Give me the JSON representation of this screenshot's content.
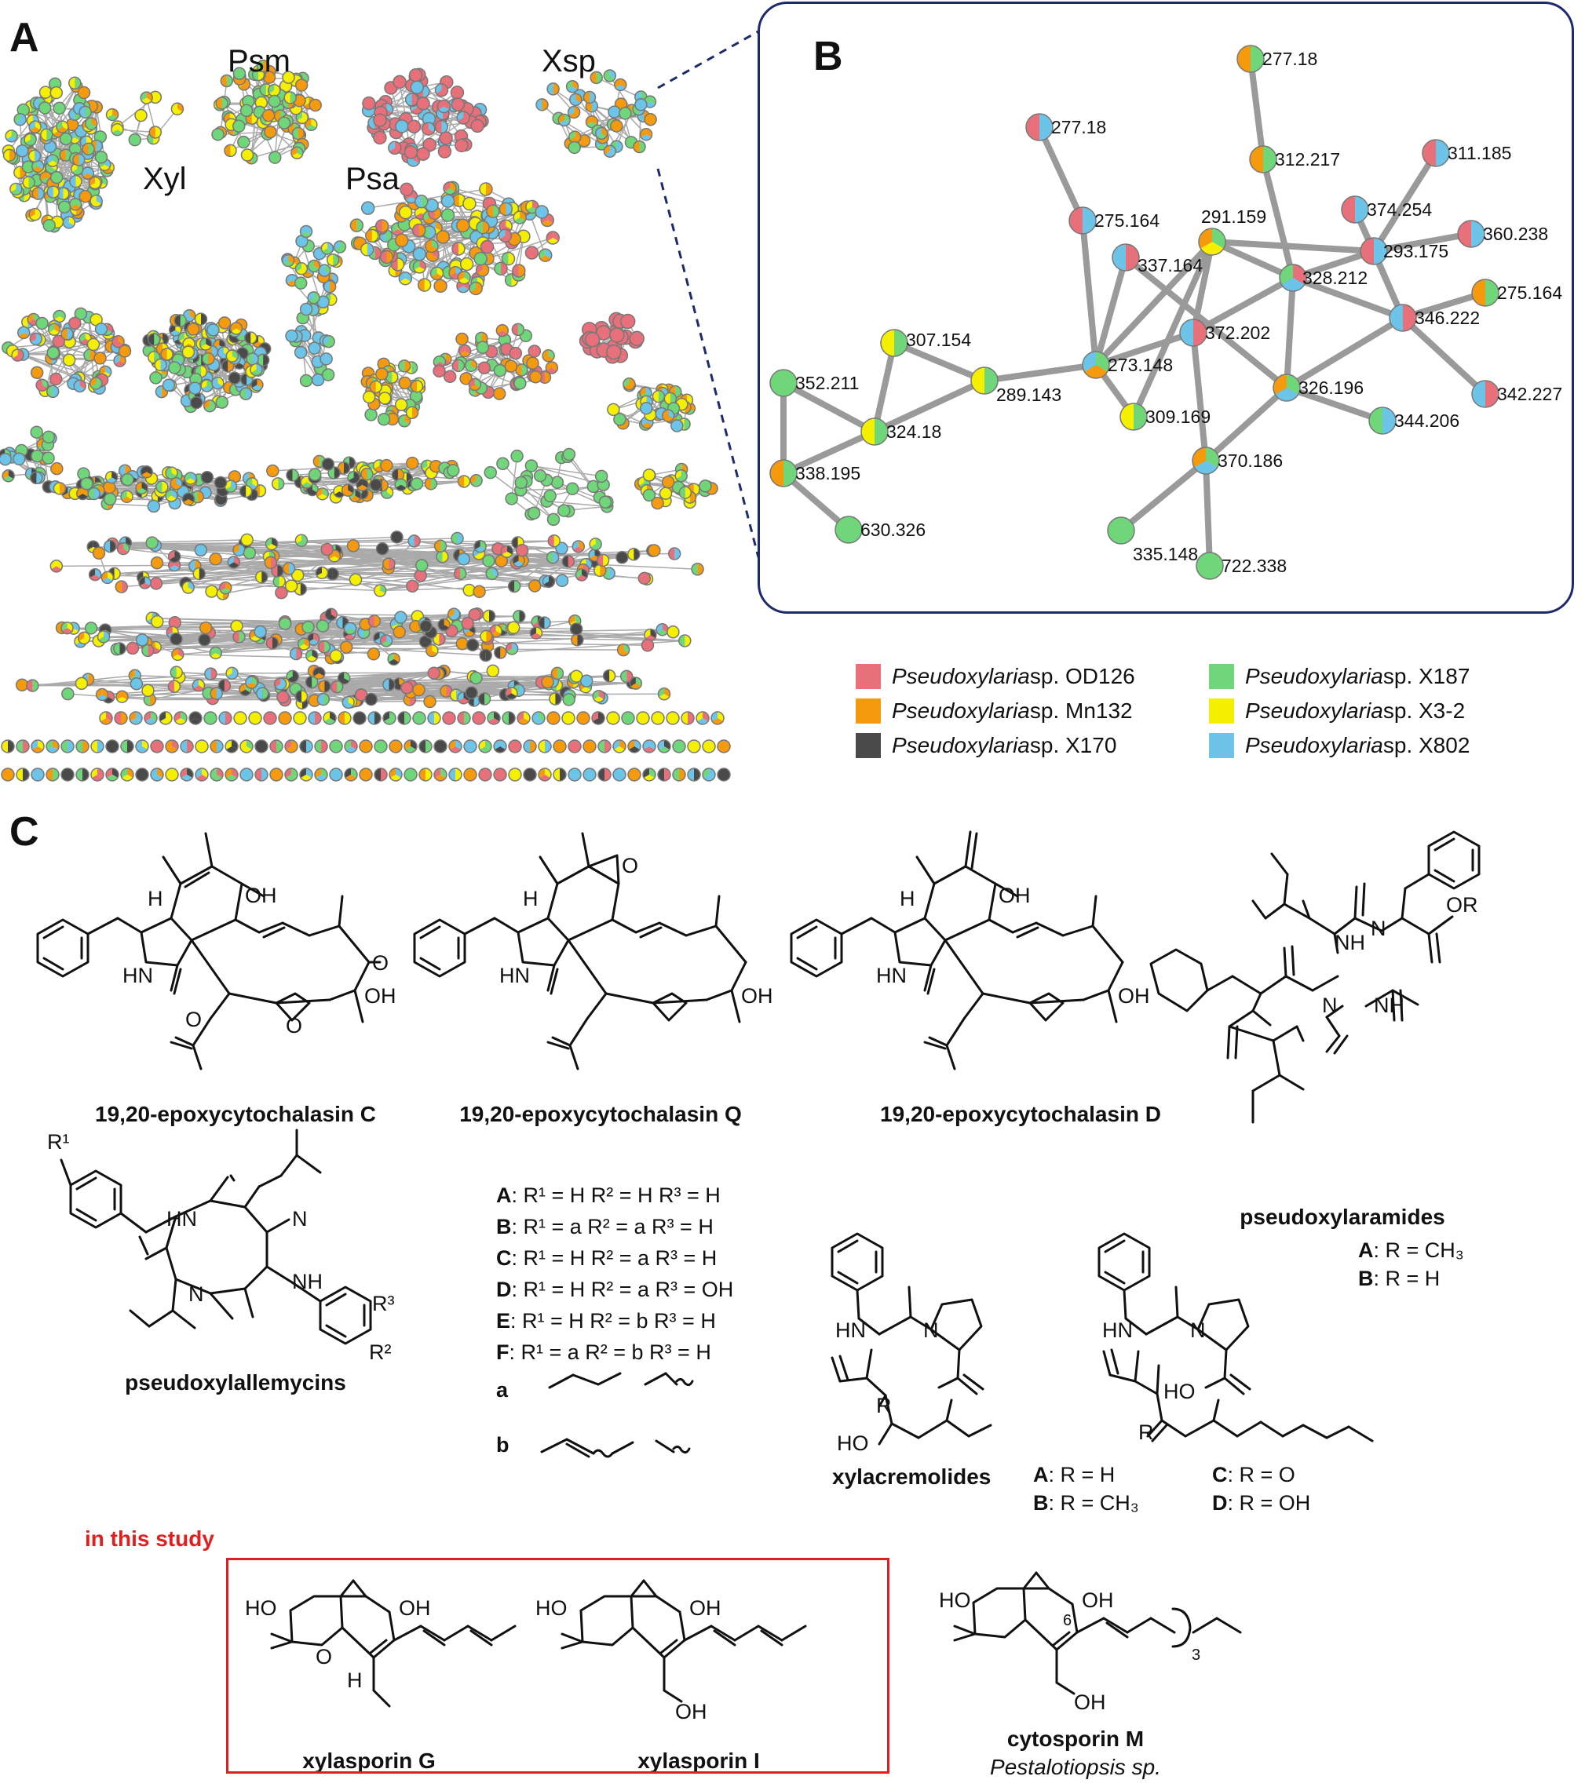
{
  "panels": {
    "a_letter": "A",
    "b_letter": "B",
    "c_letter": "C"
  },
  "panel_a": {
    "cluster_labels": [
      "Psm",
      "Xsp",
      "Xyl",
      "Psa"
    ]
  },
  "panel_b": {
    "nodes": [
      {
        "label": "277.18"
      },
      {
        "label": "277.18"
      },
      {
        "label": "312.217"
      },
      {
        "label": "311.185"
      },
      {
        "label": "275.164"
      },
      {
        "label": "291.159"
      },
      {
        "label": "374.254"
      },
      {
        "label": "337.164"
      },
      {
        "label": "293.175"
      },
      {
        "label": "360.238"
      },
      {
        "label": "328.212"
      },
      {
        "label": "275.164"
      },
      {
        "label": "307.154"
      },
      {
        "label": "372.202"
      },
      {
        "label": "346.222"
      },
      {
        "label": "352.211"
      },
      {
        "label": "273.148"
      },
      {
        "label": "289.143"
      },
      {
        "label": "326.196"
      },
      {
        "label": "342.227"
      },
      {
        "label": "324.18"
      },
      {
        "label": "309.169"
      },
      {
        "label": "344.206"
      },
      {
        "label": "338.195"
      },
      {
        "label": "370.186"
      },
      {
        "label": "630.326"
      },
      {
        "label": "335.148"
      },
      {
        "label": "722.338"
      }
    ]
  },
  "legend": {
    "genus": "Pseudoxylaria",
    "items": [
      {
        "strain": " sp. OD126",
        "color": "#e8707a"
      },
      {
        "strain": " sp. X187",
        "color": "#6fd67a"
      },
      {
        "strain": " sp. Mn132",
        "color": "#f59a0c"
      },
      {
        "strain": " sp. X3-2",
        "color": "#f4f000"
      },
      {
        "strain": " sp. X170",
        "color": "#4a4a4a"
      },
      {
        "strain": " sp. X802",
        "color": "#6cc4e8"
      }
    ]
  },
  "panel_c": {
    "names": {
      "epoC": "19,20-epoxycytochalasin C",
      "epoQ": "19,20-epoxycytochalasin Q",
      "epoD": "19,20-epoxycytochalasin D",
      "pseudoxylaramides": "pseudoxylaramides",
      "pseudoxylallemycins": "pseudoxylallemycins",
      "xylacremolides": "xylacremolides",
      "xylasporinG": "xylasporin G",
      "xylasporinI": "xylasporin I",
      "cytosporinM": "cytosporin M",
      "pestalotiopsis": "Pestalotiopsis sp."
    },
    "study_label": "in this study",
    "substituents": [
      {
        "id": "A",
        "text": ": R¹ = H   R² = H   R³ = H"
      },
      {
        "id": "B",
        "text": ": R¹ = a   R² = a   R³ = H"
      },
      {
        "id": "C",
        "text": ": R¹ = H   R² = a   R³ = H"
      },
      {
        "id": "D",
        "text": ": R¹ = H   R² = a   R³ = OH"
      },
      {
        "id": "E",
        "text": ": R¹ = H   R² = b   R³ = H"
      },
      {
        "id": "F",
        "text": ": R¹ = a   R² = b   R³ = H"
      }
    ],
    "ramide_variants": [
      {
        "id": "A",
        "text": ": R = CH₃"
      },
      {
        "id": "B",
        "text": ": R = H"
      }
    ],
    "xylacremolide_variants": [
      {
        "id": "A",
        "text": ": R = H"
      },
      {
        "id": "B",
        "text": ": R = CH₃"
      },
      {
        "id": "C",
        "text": ": R = O"
      },
      {
        "id": "D",
        "text": ": R = OH"
      }
    ],
    "sidechain_labels": [
      "a",
      "b"
    ],
    "atom_labels": {
      "oh": "OH",
      "ho": "HO",
      "h": "H",
      "hn": "HN",
      "nh": "NH",
      "n": "N",
      "o": "O",
      "or": "OR",
      "r": "R",
      "r1": "R¹",
      "r2": "R²",
      "r3": "R³",
      "six": "6",
      "three": "3"
    }
  }
}
